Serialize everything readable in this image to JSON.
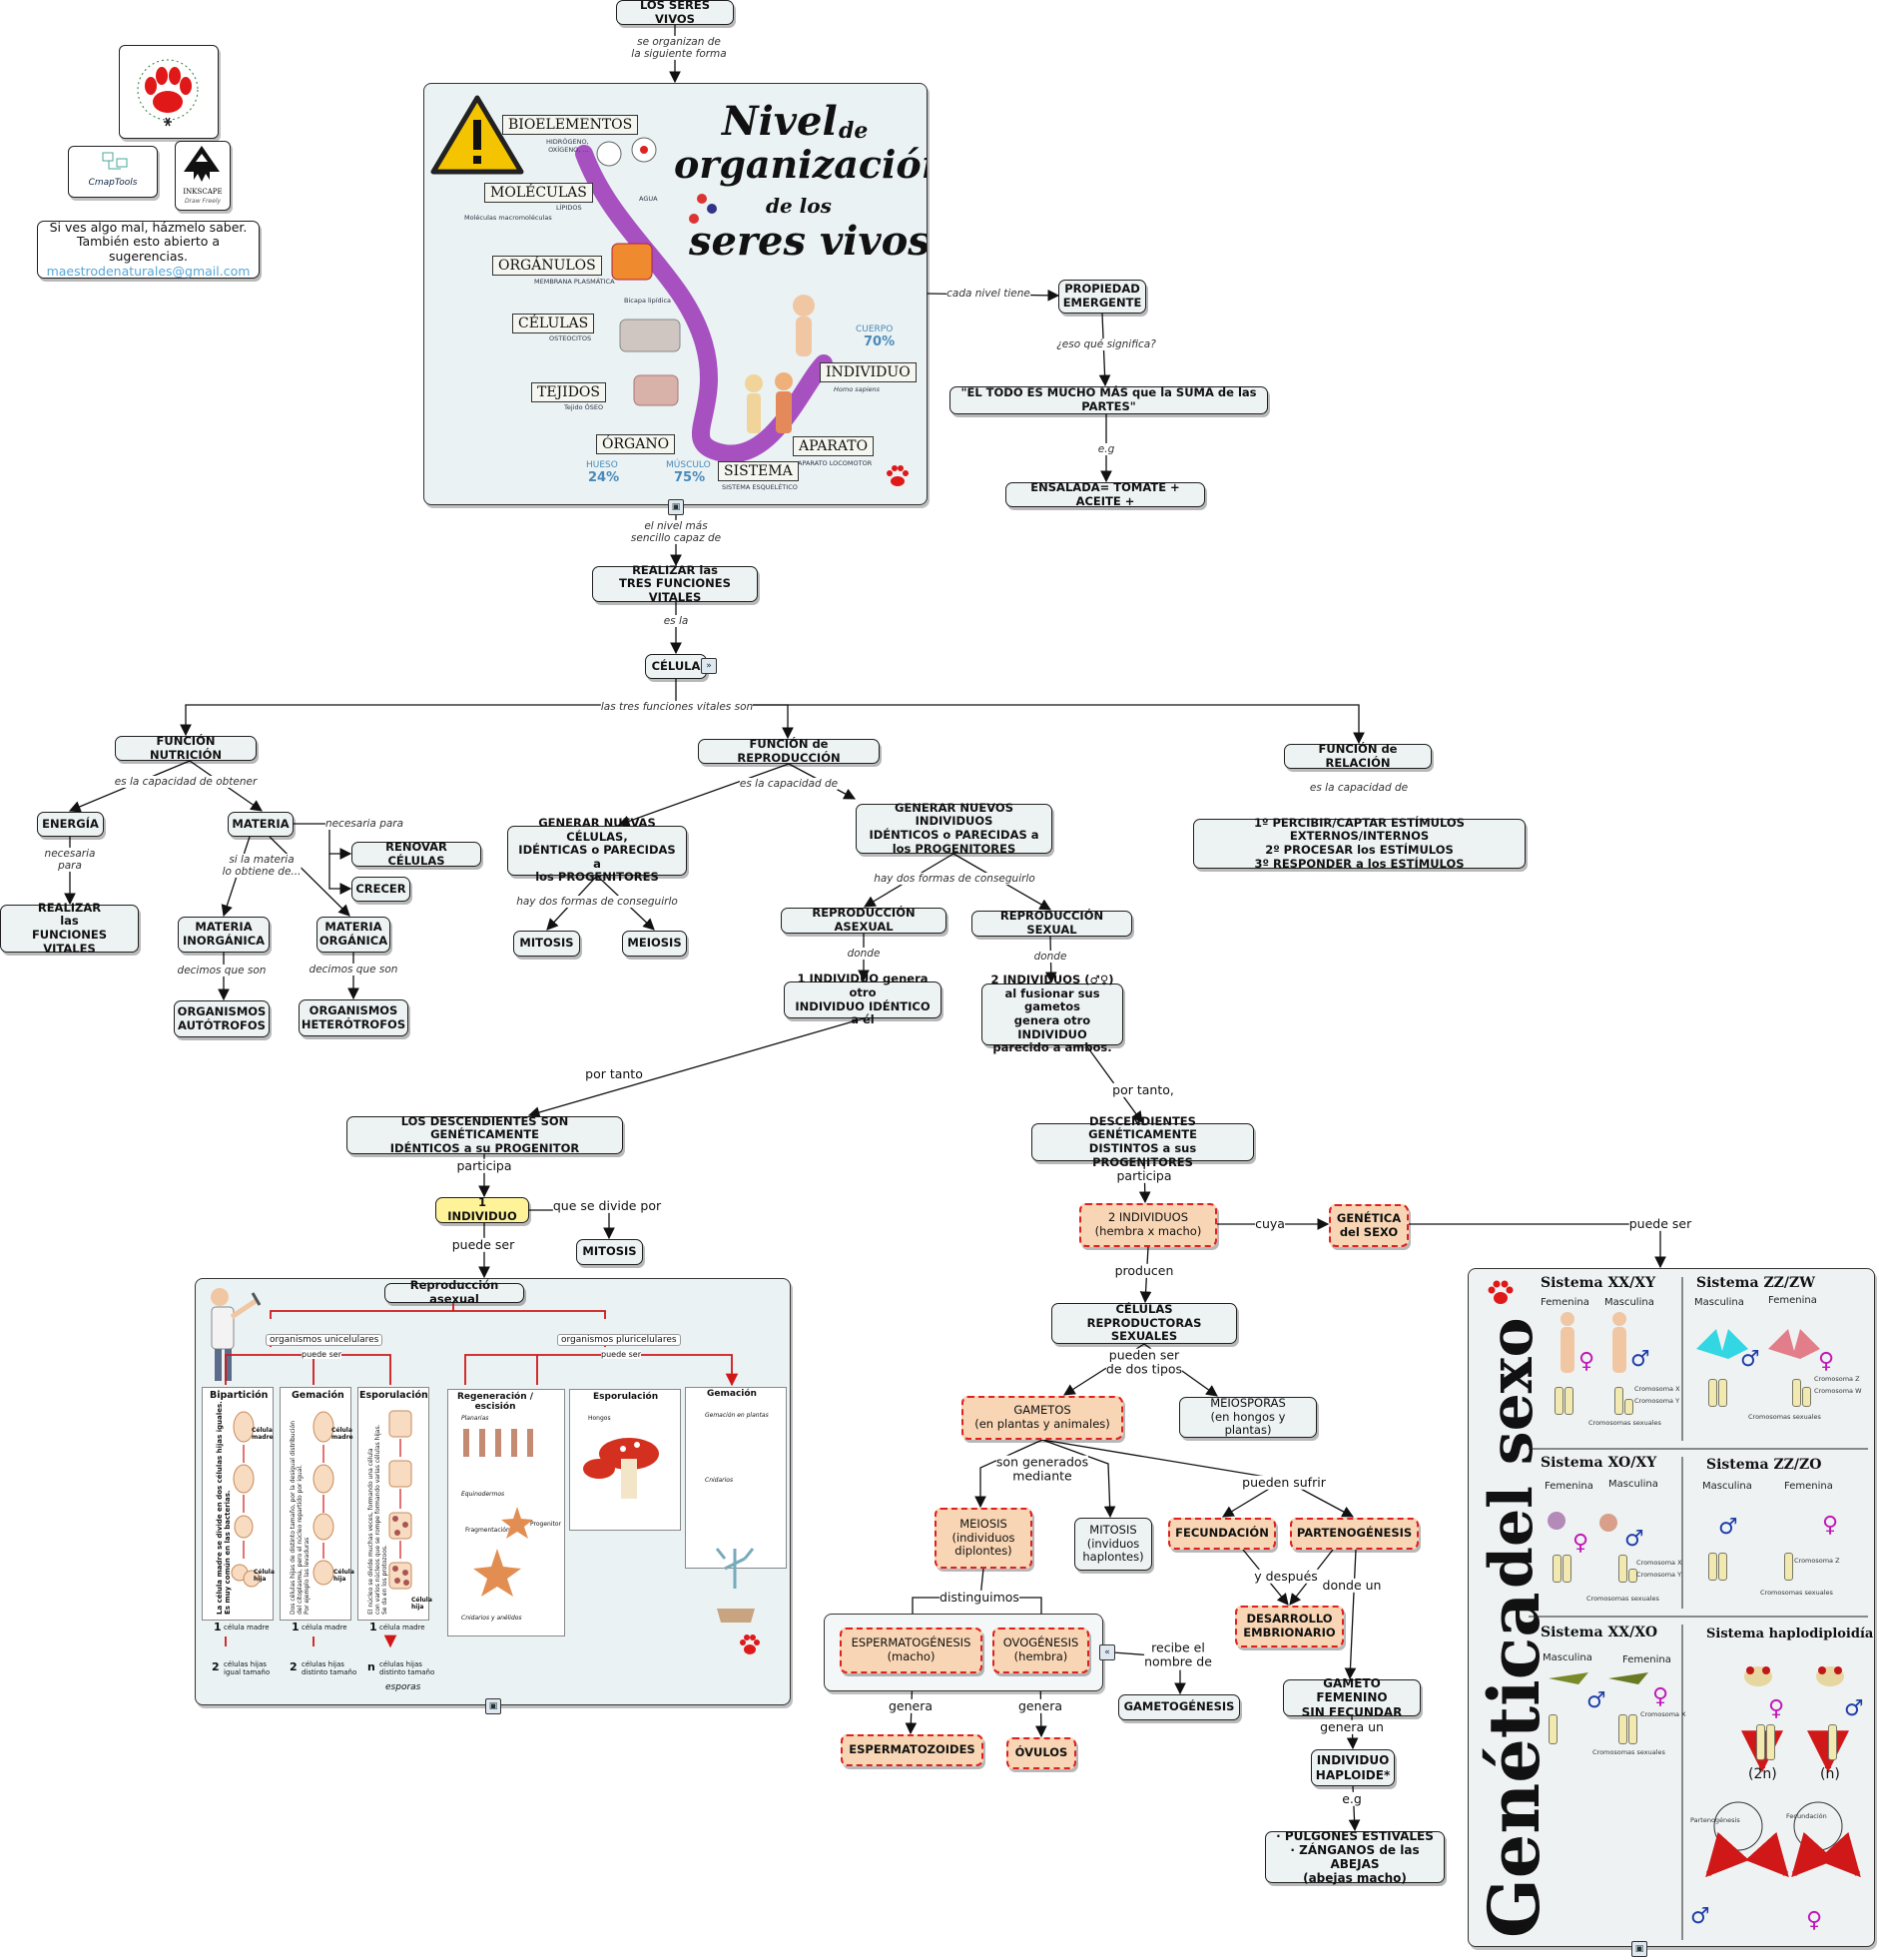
{
  "nodes": {
    "seres_vivos": "LOS SERES VIVOS",
    "propiedad": "PROPIEDAD\nEMERGENTE",
    "todo": "\"EL TODO ES MUCHO MÁS que la SUMA de las PARTES\"",
    "ensalada": "ENSALADA= TOMATE + ACEITE +",
    "realizar": "REALIZAR las\nTRES FUNCIONES VITALES",
    "celula": "CÉLULA",
    "nutricion": "FUNCIÓN NUTRICIÓN",
    "reproduccion": "FUNCIÓN de REPRODUCCIÓN",
    "relacion": "FUNCIÓN de RELACIÓN",
    "energia": "ENERGÍA",
    "materia": "MATERIA",
    "renovar": "RENOVAR CÉLULAS",
    "crecer": "CRECER",
    "realizar_funciones": "REALIZAR\nlas\nFUNCIONES VITALES",
    "materia_inorg": "MATERIA\nINORGÁNICA",
    "materia_org": "MATERIA\nORGÁNICA",
    "autotrofos": "ORGANISMOS\nAUTÓTROFOS",
    "heterotrofos": "ORGANISMOS\nHETERÓTROFOS",
    "generar_celulas": "GENERAR NUEVAS CÉLULAS,\nIDÉNTICAS o PARECIDAS a\nlos PROGENITORES",
    "generar_individuos": "GENERAR NUEVOS INDIVIDUOS\nIDÉNTICOS o PARECIDAS a\nlos PROGENITORES",
    "mitosis1": "MITOSIS",
    "meiosis1": "MEIOSIS",
    "rep_asexual": "REPRODUCCIÓN ASEXUAL",
    "rep_sexual": "REPRODUCCIÓN SEXUAL",
    "un_individuo_gen": "1 INDIVIDUO genera otro\nINDIVIDUO IDÉNTICO a él",
    "dos_individuos_gen": "2 INDIVIDUOS (♂♀)\nal fusionar sus gametos\ngenera otro INDIVIDUO\nparecido a ambos.",
    "desc_identicos": "LOS DESCENDIENTES SON GENÉTICAMENTE\nIDÉNTICOS a su PROGENITOR",
    "desc_distintos": "DESCENDIENTES GENÉTICAMENTE\nDISTINTOS a sus PROGENITORES",
    "un_individuo": "1 INDIVIDUO",
    "mitosis2": "MITOSIS",
    "dos_individuos": "2 INDIVIDUOS\n(hembra x macho)",
    "genetica_sexo": "GENÉTICA\ndel SEXO",
    "celulas_repro": "CÉLULAS REPRODUCTORAS\nSEXUALES",
    "gametos": "GAMETOS\n(en plantas y animales)",
    "meiosporas": "MEIOSPORAS\n(en hongos y plantas)",
    "meiosis2": "MEIOSIS\n(individuos\ndiplontes)",
    "mitosis3": "MITOSIS\n(inviduos\nhaplontes)",
    "fecundacion": "FECUNDACIÓN",
    "partenogenesis": "PARTENOGÉNESIS",
    "desarrollo": "DESARROLLO\nEMBRIONARIO",
    "espermatogenesis": "ESPERMATOGÉNESIS\n(macho)",
    "ovogenesis": "OVOGÉNESIS\n(hembra)",
    "gametogenesis": "GAMETOGÉNESIS",
    "espermatozoides": "ESPERMATOZOIDES",
    "ovulos": "ÓVULOS",
    "gameto_femenino": "GAMETO FEMENINO\nSIN FECUNDAR",
    "haploide": "INDIVIDUO\nHAPLOIDE*",
    "pulgones": "· PULGONES ESTIVALES\n· ZÁNGANOS de las ABEJAS\n(abejas macho)",
    "cmaptools": "CmapTools",
    "inkscape": "INKSCAPE",
    "inkscape_sub": "Draw Freely",
    "contacto_text": "Si ves algo mal, házmelo saber.\nTambién esto abierto a sugerencias.",
    "contacto_email": "maestrodenaturales@gmail.com"
  },
  "links": {
    "organizan": "se organizan de\nla siguiente forma",
    "cada_nivel": "cada nivel tiene",
    "eso_que": "¿eso qué significa?",
    "eg1": "e.g",
    "nivel_sencillo": "el nivel más\nsencillo capaz de",
    "es_la": "es la",
    "tres_funciones": "las tres funciones vitales son",
    "cap_obtener": "es la capacidad de obtener",
    "cap_repro": "es la capacidad de",
    "cap_relacion": "es la capacidad de",
    "necesaria_para": "necesaria\npara",
    "necesaria_para2": "necesaria para",
    "si_obtiene": "si la materia\nlo obtiene de...",
    "decimos1": "decimos que son",
    "decimos2": "decimos que son",
    "dos_formas1": "hay dos formas de conseguirlo",
    "dos_formas2": "hay dos formas de conseguirlo",
    "donde1": "donde",
    "donde2": "donde",
    "por_tanto1": "por tanto",
    "por_tanto2": "por tanto,",
    "participa1": "participa",
    "participa2": "participa",
    "se_divide": "que se divide por",
    "puede_ser1": "puede ser",
    "cuya": "cuya",
    "puede_ser2": "puede ser",
    "producen": "producen",
    "dos_tipos": "pueden ser\nde dos tipos",
    "son_generados": "son generados\nmediante",
    "pueden_sufrir": "pueden sufrir",
    "y_despues": "y después",
    "donde_un": "donde un",
    "distinguimos": "distinguimos",
    "genera1": "genera",
    "genera2": "genera",
    "recibe": "recibe el\nnombre de",
    "genera_un": "genera un",
    "eg2": "e.g"
  },
  "relaciones": {
    "items": "1º PERCIBIR/CAPTAR ESTÍMULOS EXTERNOS/INTERNOS\n2º PROCESAR los ESTÍMULOS\n3º RESPONDER a los ESTÍMULOS"
  },
  "nivel_panel": {
    "title_1": "Nivel",
    "title_de": "de",
    "title_2": "organización",
    "title_delos": "de los",
    "title_3": "seres vivos",
    "bioelementos": "BIOELEMENTOS",
    "bio_sub": "HIDRÓGENO,\nOXÍGENO, ...",
    "moleculas": "MOLÉCULAS",
    "mol_sub1": "LÍPIDOS",
    "mol_sub2": "Moléculas macromoléculas",
    "agua": "AGUA",
    "organulos": "ORGÁNULOS",
    "org_sub": "MEMBRANA PLASMÁTICA",
    "bicapa": "Bicapa lipídica",
    "celulas": "CÉLULAS",
    "cel_sub": "OSTEOCITOS",
    "tejidos": "TEJIDOS",
    "tej_sub": "Tejido ÓSEO",
    "organo": "ÓRGANO",
    "sistema": "SISTEMA",
    "sis_sub": "SISTEMA ESQUELÉTICO",
    "aparato": "APARATO",
    "apa_sub": "APARATO LOCOMOTOR",
    "individuo": "INDIVIDUO",
    "ind_sub": "Homo sapiens",
    "cuerpo": "CUERPO",
    "cuerpo_pct": "70%",
    "hueso": "HUESO",
    "hueso_pct": "24%",
    "musculo": "MÚSCULO",
    "musculo_pct": "75%"
  },
  "asexual_panel": {
    "title": "Reproducción asexual",
    "uni": "organismos unicelulares",
    "pluri": "organismos pluricelulares",
    "puede_ser": "puede ser",
    "biparticion": "Bipartición",
    "gemacion": "Gemación",
    "esporulacion": "Esporulación",
    "regeneracion": "Regeneración /\nescisión",
    "esporulacion2": "Esporulación",
    "gemacion2": "Gemación",
    "celula_madre": "célula madre",
    "celulas_hijas_igual": "células hijas\nigual tamaño",
    "celulas_hijas_distinto": "células hijas\ndistinto tamaño",
    "n_celulas": "células hijas\ndistinto tamaño",
    "num1": "1",
    "num2": "2",
    "num_n": "n",
    "esporas": "esporas",
    "hongos": "Hongos",
    "planarias": "Planarias",
    "equinodermos": "Equinodermos",
    "cnidarios": "Cnidarios y anélidos",
    "gem_plantas": "Gemación en plantas",
    "cnid2": "Cnidarios",
    "fragmentacion": "Fragmentación",
    "progenitor": "Progenitor",
    "cm_madre": "Célula\nmadre",
    "cm_hija": "Célula\nhija",
    "bip_text": "La célula madre se divide en dos células hijas iguales.\nEs muy común en las bacterias.",
    "gem_text": "Dos células hijas de distinto tamaño, por la desigual distribución\ndel citoplasma, pero el núcleo repartido por igual.\nPor ejemplo las levaduras",
    "esp_text": "El núcleo se divide muchas veces, formando una célula\ncon varios núcleos que se rompe formando varias células hijas.\nSe da en los protozoos."
  },
  "genetica_panel": {
    "title_1": "Genética",
    "title_2": "del sexo",
    "xx_xy": "Sistema XX/XY",
    "zz_zw": "Sistema ZZ/ZW",
    "xo_xy": "Sistema XO/XY",
    "zz_zo": "Sistema ZZ/ZO",
    "xx_xo": "Sistema XX/XO",
    "haplo": "Sistema haplodiploidía",
    "femenina": "Femenina",
    "masculina": "Masculina",
    "crom_x": "Cromosoma X",
    "crom_y": "Cromosoma Y",
    "crom_z": "Cromosoma Z",
    "crom_w": "Cromosoma W",
    "crom_sex": "Cromosomas sexuales",
    "dos_n": "(2n)",
    "n": "(n)",
    "partenogenesis": "Partenogénesis",
    "fecundacion": "Fecundación"
  },
  "colors": {
    "node_bg": "#edf2f3",
    "highlight_bg": "#f8d5b4",
    "highlight_border": "#e02020",
    "yellow": "#fff39a",
    "purple": "#9b35b7",
    "blue_sym": "#1e3fa8",
    "pink_sym": "#c018b8",
    "arrow_red": "#e02020"
  },
  "icons": [
    "logo-paw-icon",
    "cmaptools-icon",
    "inkscape-icon",
    "warning-icon",
    "image-icon",
    "expand-icon",
    "collapse-icon",
    "male-icon",
    "female-icon"
  ]
}
